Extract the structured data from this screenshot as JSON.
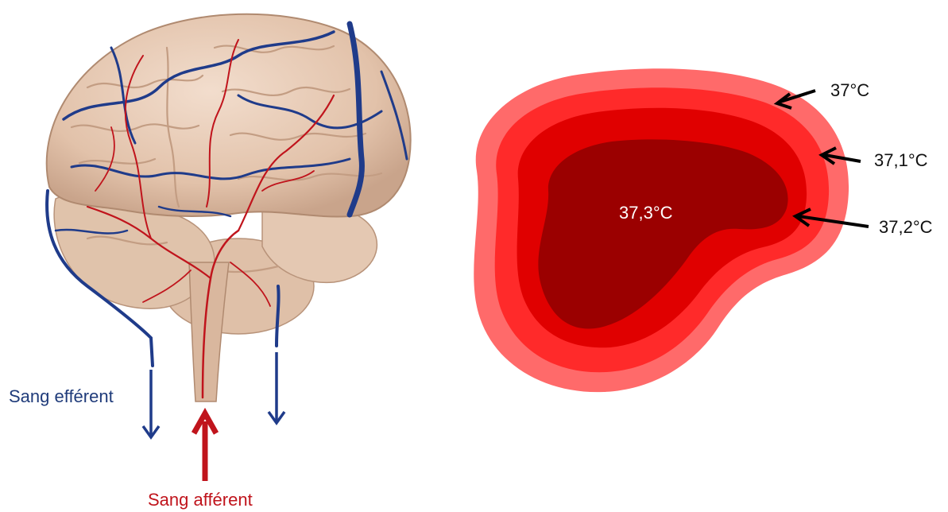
{
  "left_panel": {
    "efferent_label": "Sang efférent",
    "afferent_label": "Sang afférent"
  },
  "right_panel": {
    "zones": [
      {
        "label": "37°C",
        "color": "#ff6a6a"
      },
      {
        "label": "37,1°C",
        "color": "#ff2a2a"
      },
      {
        "label": "37,2°C",
        "color": "#e00000"
      },
      {
        "label": "37,3°C",
        "color": "#9b0000"
      }
    ]
  },
  "colors": {
    "vein_blue": "#1f3b8a",
    "artery_red": "#c0141c",
    "brain_tissue": "#e6c9b4"
  }
}
